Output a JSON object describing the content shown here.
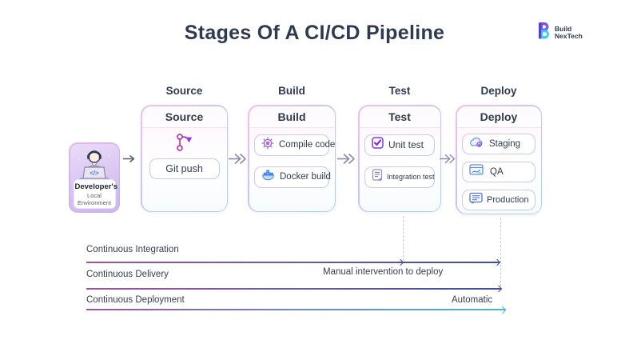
{
  "header": {
    "title": "Stages Of A CI/CD Pipeline"
  },
  "logo": {
    "line1": "Build",
    "line2": "NexTech",
    "mark_icon": "build-nextech-logo-icon"
  },
  "developer": {
    "title": "Developer's",
    "subtitle": "Local Environment",
    "icon": "developer-avatar-icon"
  },
  "stages": [
    {
      "label": "Source",
      "header": "Source",
      "items": [
        {
          "label": "Git push",
          "icon": "git-branch-icon"
        }
      ]
    },
    {
      "label": "Build",
      "header": "Build",
      "items": [
        {
          "label": "Compile code",
          "icon": "gear-icon"
        },
        {
          "label": "Docker build",
          "icon": "docker-whale-icon"
        }
      ]
    },
    {
      "label": "Test",
      "header": "Test",
      "items": [
        {
          "label": "Unit test",
          "icon": "checkbox-check-icon"
        },
        {
          "label": "Integration test",
          "icon": "document-lines-icon"
        }
      ]
    },
    {
      "label": "Deploy",
      "header": "Deploy",
      "items": [
        {
          "label": "Staging",
          "icon": "cloud-gear-icon"
        },
        {
          "label": "QA",
          "icon": "card-chart-icon"
        },
        {
          "label": "Production",
          "icon": "server-icon"
        }
      ]
    }
  ],
  "tracks": [
    {
      "label": "Continuous Integration",
      "annotation": ""
    },
    {
      "label": "Continuous Delivery",
      "annotation": "Manual intervention to deploy"
    },
    {
      "label": "Continuous Deployment",
      "annotation": "Automatic"
    }
  ],
  "colors": {
    "title_navy": "#2d3a50",
    "accent_purple": "#a855c8",
    "accent_magenta": "#b03fa8",
    "accent_blue": "#3d4f9c",
    "accent_teal": "#49b9c7",
    "border_pink": "#eec3e8",
    "border_cyan": "#9ed7ec"
  }
}
